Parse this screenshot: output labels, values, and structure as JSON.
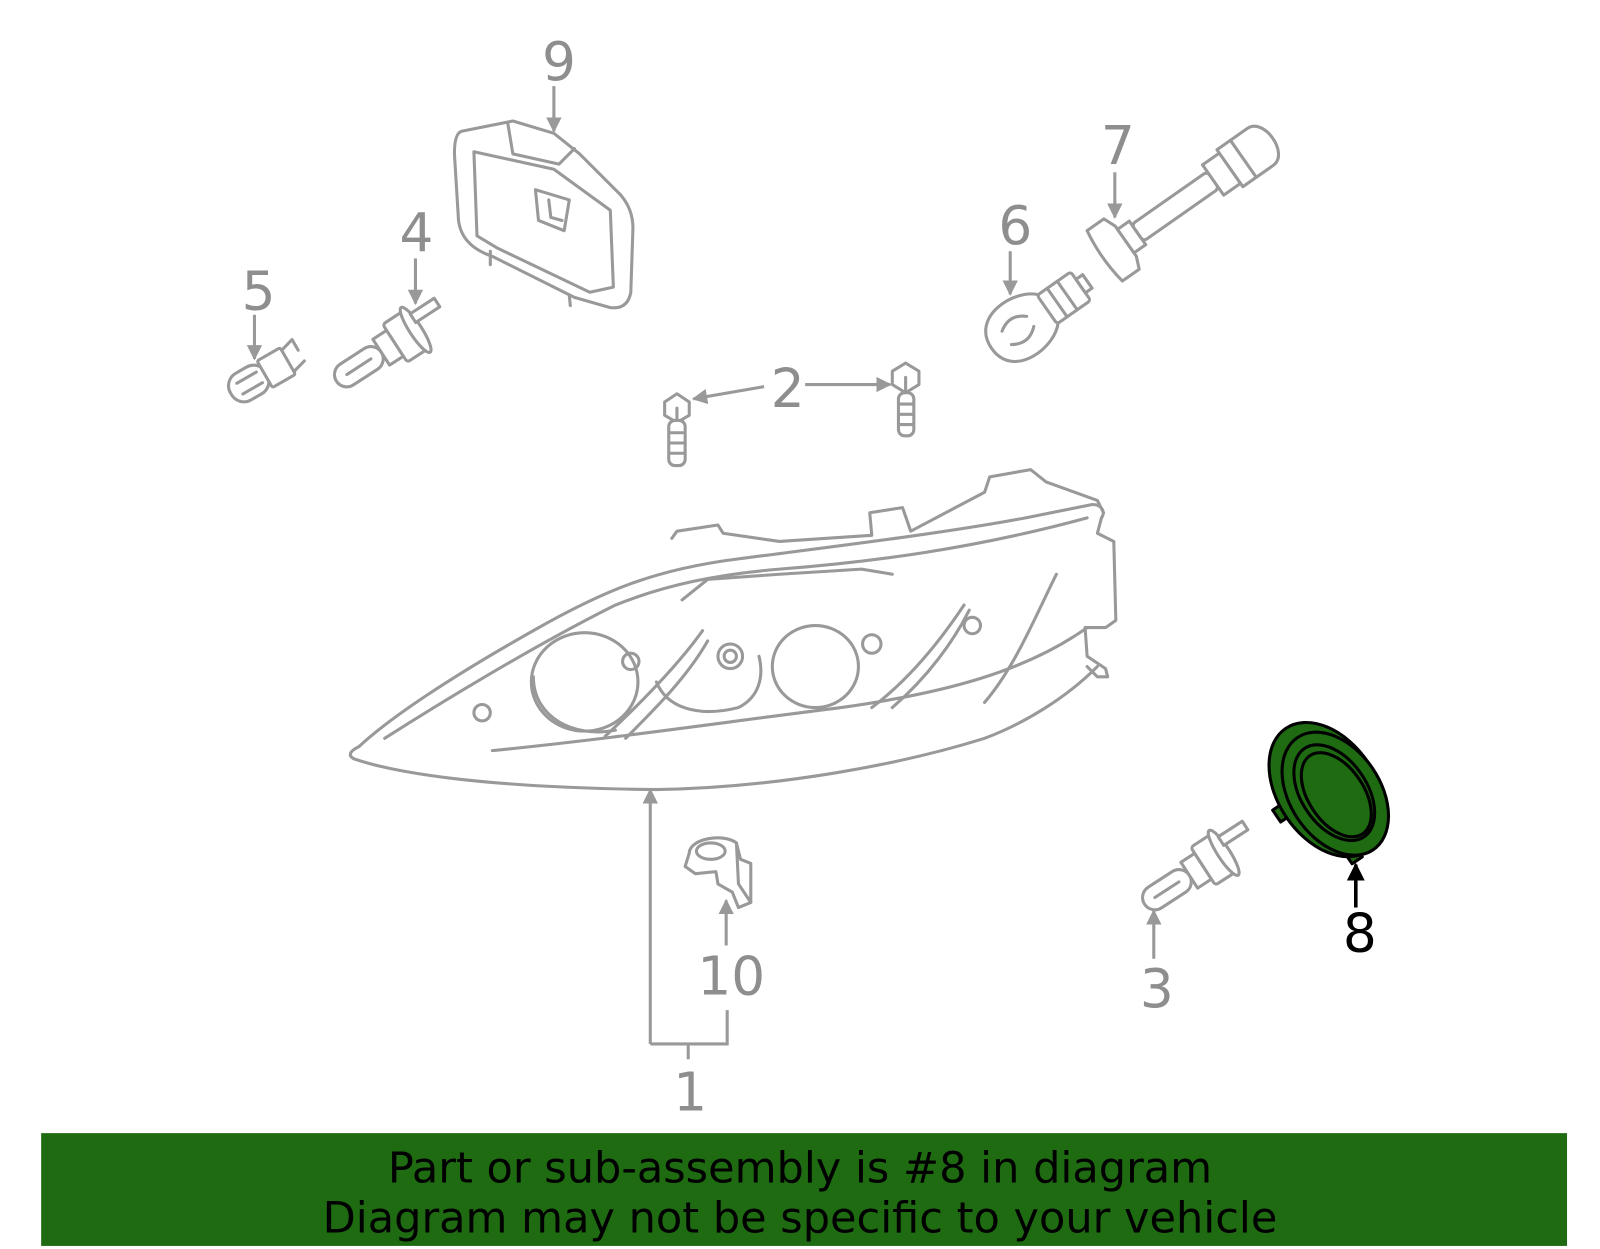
{
  "diagram": {
    "callouts": [
      "1",
      "2",
      "3",
      "4",
      "5",
      "6",
      "7",
      "8",
      "9",
      "10"
    ]
  },
  "banner": {
    "line1": "Part or sub-assembly is #8 in diagram",
    "line2": "Diagram may not be specific to your vehicle"
  },
  "colors": {
    "line": "#999999",
    "callout_text": "#8e8e8e",
    "highlight": "#1e6b12",
    "highlight_outline": "#000000",
    "highlight_callout": "#000000",
    "banner": "#1e6b12",
    "banner_text": "#000000"
  }
}
